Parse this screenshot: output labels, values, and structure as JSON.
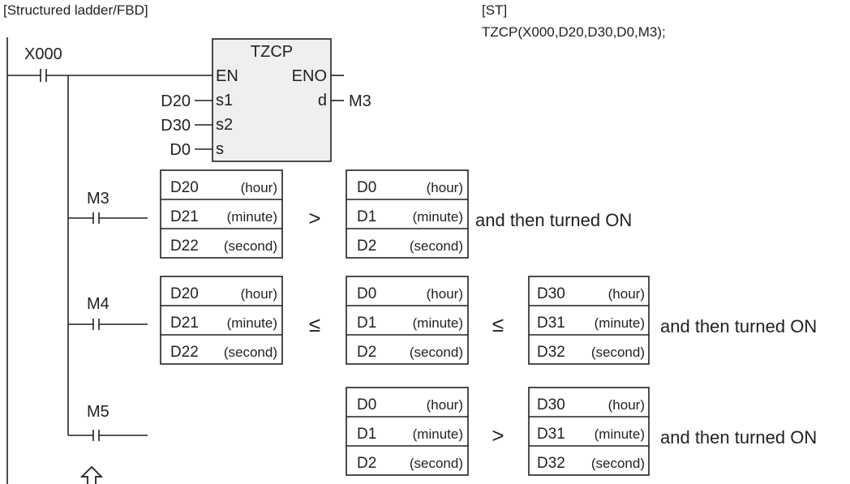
{
  "headings": {
    "ladder": "[Structured ladder/FBD]",
    "st": "[ST]",
    "st_code": "TZCP(X000,D20,D30,D0,M3);"
  },
  "contacts": {
    "input": "X000",
    "m3": "M3",
    "m4": "M4",
    "m5": "M5"
  },
  "function_block": {
    "name": "TZCP",
    "pin_en": "EN",
    "pin_eno": "ENO",
    "pin_s1": "s1",
    "pin_s2": "s2",
    "pin_s": "s",
    "pin_d": "d",
    "arg_s1": "D20",
    "arg_s2": "D30",
    "arg_s": "D0",
    "arg_d": "M3"
  },
  "rows": {
    "m3": {
      "left": [
        {
          "dev": "D20",
          "unit": "(hour)"
        },
        {
          "dev": "D21",
          "unit": "(minute)"
        },
        {
          "dev": "D22",
          "unit": "(second)"
        }
      ],
      "op1": ">",
      "mid": [
        {
          "dev": "D0",
          "unit": "(hour)"
        },
        {
          "dev": "D1",
          "unit": "(minute)"
        },
        {
          "dev": "D2",
          "unit": "(second)"
        }
      ],
      "note": "and then turned ON"
    },
    "m4": {
      "left": [
        {
          "dev": "D20",
          "unit": "(hour)"
        },
        {
          "dev": "D21",
          "unit": "(minute)"
        },
        {
          "dev": "D22",
          "unit": "(second)"
        }
      ],
      "op1": "≤",
      "mid": [
        {
          "dev": "D0",
          "unit": "(hour)"
        },
        {
          "dev": "D1",
          "unit": "(minute)"
        },
        {
          "dev": "D2",
          "unit": "(second)"
        }
      ],
      "op2": "≤",
      "right": [
        {
          "dev": "D30",
          "unit": "(hour)"
        },
        {
          "dev": "D31",
          "unit": "(minute)"
        },
        {
          "dev": "D32",
          "unit": "(second)"
        }
      ],
      "note": "and then turned ON"
    },
    "m5": {
      "mid": [
        {
          "dev": "D0",
          "unit": "(hour)"
        },
        {
          "dev": "D1",
          "unit": "(minute)"
        },
        {
          "dev": "D2",
          "unit": "(second)"
        }
      ],
      "op2": ">",
      "right": [
        {
          "dev": "D30",
          "unit": "(hour)"
        },
        {
          "dev": "D31",
          "unit": "(minute)"
        },
        {
          "dev": "D32",
          "unit": "(second)"
        }
      ],
      "note": "and then turned ON"
    }
  },
  "colors": {
    "ink": "#231f20",
    "block_fill": "#efefef"
  }
}
